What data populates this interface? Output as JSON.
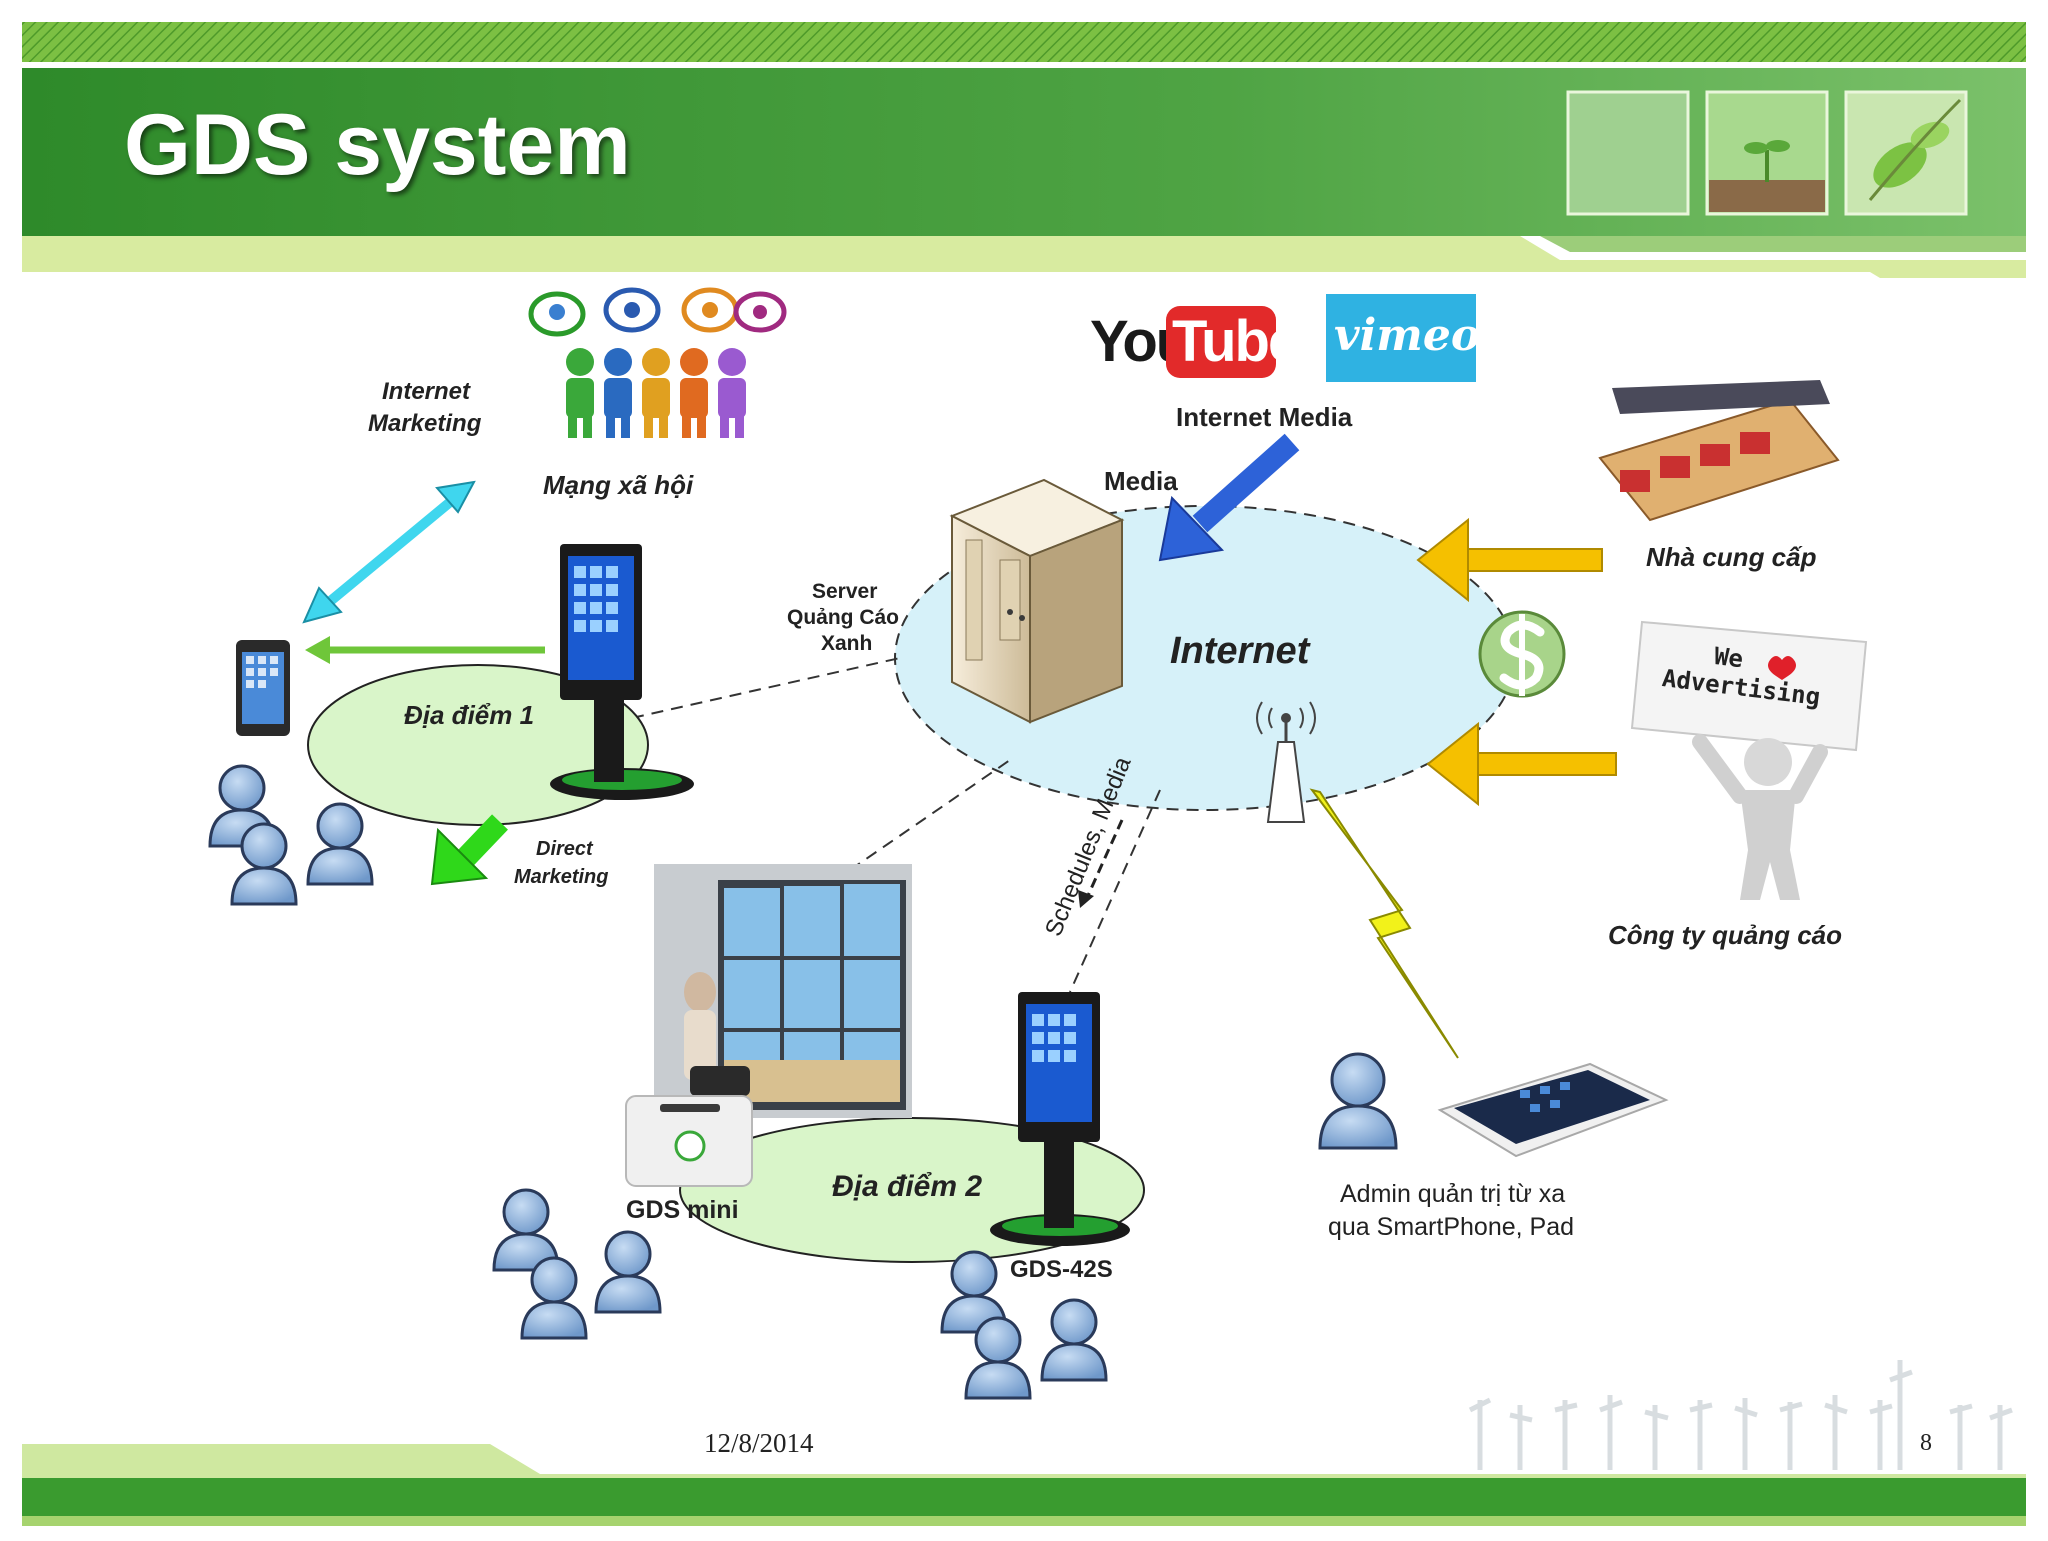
{
  "title": "GDS system",
  "labels": {
    "internet_marketing": [
      "Internet",
      "Marketing"
    ],
    "social_network": "Mạng xã hội",
    "internet_media": "Internet Media",
    "media": "Media",
    "internet": "Internet",
    "supplier": "Nhà cung cấp",
    "ad_company": "Công ty quảng cáo",
    "server": [
      "Server",
      "Quảng Cáo",
      "Xanh"
    ],
    "location1": "Địa điểm 1",
    "location2": "Địa điểm 2",
    "direct_marketing": [
      "Direct",
      "Marketing"
    ],
    "schedules_media": "Schedules, Media",
    "gds_mini": "GDS mini",
    "gds_42s": "GDS-42S",
    "admin": [
      "Admin quản trị từ xa",
      "qua SmartPhone, Pad"
    ]
  },
  "logos": {
    "youtube_you": "You",
    "youtube_tube": "Tube",
    "vimeo": "vimeo",
    "advertising_sign_line1": "We",
    "advertising_sign_line2": "Advertising"
  },
  "footer": {
    "date": "12/8/2014",
    "page": "8"
  },
  "colors": {
    "header_green": "#3f9b35",
    "light_green": "#d8eba0",
    "internet_cloud": "#d6f1f9",
    "location_ellipse": "#d9f5c9",
    "person_blue": "#7ea7d6",
    "arrow_yellow": "#f5c000",
    "arrow_blue": "#2d62d8",
    "arrow_cyan": "#3fd6ee",
    "arrow_green": "#2fd81a"
  },
  "icons": [
    "tablet-icon",
    "kiosk-icon",
    "server-icon",
    "people-icon",
    "user-icon",
    "wifi-antenna-icon",
    "lightning-icon",
    "dollar-icon",
    "factory-icon",
    "ipad-icon",
    "video-wall-icon",
    "gds-mini-icon",
    "social-bubbles-icon"
  ]
}
